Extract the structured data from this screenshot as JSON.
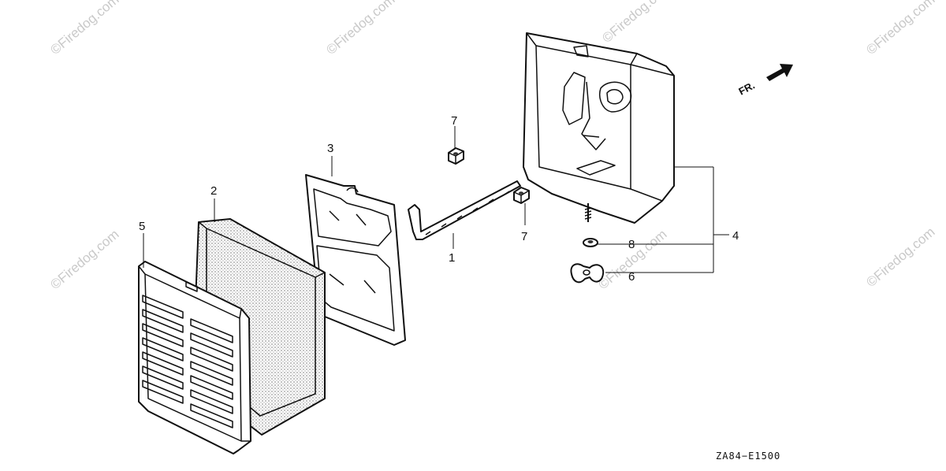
{
  "diagram": {
    "part_callouts": {
      "p1": "1",
      "p2": "2",
      "p3": "3",
      "p4": "4",
      "p5": "5",
      "p6": "6",
      "p7a": "7",
      "p7b": "7",
      "p8": "8"
    },
    "direction_label": "FR.",
    "diagram_code": "ZA84−E1500",
    "watermark": "©Firedog.com"
  }
}
